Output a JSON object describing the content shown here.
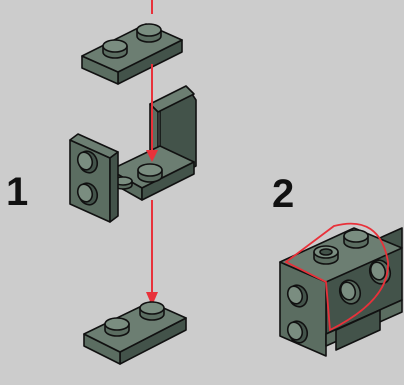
{
  "steps": [
    {
      "number": "1"
    },
    {
      "number": "2"
    }
  ],
  "colors": {
    "background": "#cccccc",
    "brick_top": "#6c7e72",
    "brick_front": "#5b6d61",
    "brick_side": "#43534a",
    "stud_top": "#7a8d80",
    "outline": "#111111",
    "arrow": "#e8313a",
    "highlight": "#e8313a"
  },
  "icons": [
    "plate-1x2",
    "bracket-1x2-1x2",
    "down-arrow",
    "assembled-brick"
  ]
}
